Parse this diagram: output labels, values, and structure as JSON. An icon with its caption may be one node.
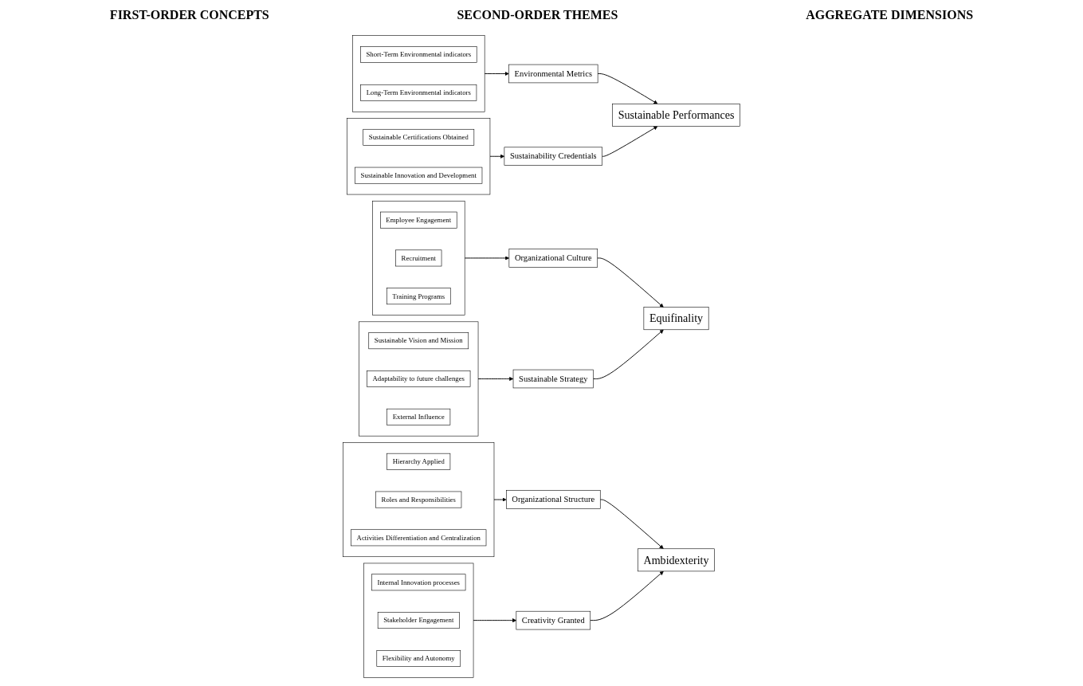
{
  "diagram": {
    "nodes": [
      {
        "text": [],
        "shape": "box"
      },
      {
        "text": [
          "Hierarchy Applied"
        ],
        "in": 0
      },
      {
        "text": [
          "Roles and Responsibilities"
        ],
        "in": 0
      },
      {
        "text": [
          "Activities Differentiation and Centralization"
        ],
        "in": 0
      },
      {
        "text": [],
        "shape": "box"
      },
      {
        "text": [
          "Internal Innovation processes"
        ],
        "in": 4
      },
      {
        "text": [
          "Stakeholder Engagement"
        ],
        "in": 4
      },
      {
        "text": [
          "Flexibility and Autonomy"
        ],
        "in": 4
      },
      {
        "text": [],
        "shape": "box"
      },
      {
        "text": [
          "Employee Engagement"
        ],
        "in": 8
      },
      {
        "text": [
          "Recruitment"
        ],
        "in": 8
      },
      {
        "text": [
          "Training Programs"
        ],
        "in": 8
      },
      {
        "text": [],
        "shape": "box"
      },
      {
        "text": [
          "Sustainable Vision and Mission"
        ],
        "in": 12
      },
      {
        "text": [
          "Adaptability to future challenges"
        ],
        "in": 12
      },
      {
        "text": [
          "External Influence"
        ],
        "in": 12
      },
      {
        "text": [],
        "shape": "box"
      },
      {
        "text": [
          "Short-Term Environmental indicators"
        ],
        "in": 16
      },
      {
        "text": [
          "Long-Term Environmental indicators"
        ],
        "in": 16
      },
      {
        "text": [],
        "shape": "box"
      },
      {
        "text": [
          "Sustainable Certifications Obtained"
        ],
        "in": 19
      },
      {
        "text": [
          "Sustainable Innovation and Development"
        ],
        "in": 19
      },
      {
        "text": [
          "Organizational Structure"
        ]
      },
      {
        "text": [
          "Creativity Granted"
        ]
      },
      {
        "text": [
          "Organizational Culture"
        ]
      },
      {
        "text": [
          "Sustainable Strategy"
        ]
      },
      {
        "text": [
          "Environmental Metrics"
        ]
      },
      {
        "text": [
          "Sustainability Credentials"
        ]
      },
      {
        "text": [
          "Ambidexterity"
        ]
      },
      {
        "text": [
          "Equifinality"
        ]
      },
      {
        "text": [
          "Sustainable Performances"
        ]
      }
    ],
    "edges": [
      {
        "from": 0,
        "to": 22,
        "arrow": "to"
      },
      {
        "from": 4,
        "to": 23,
        "arrow": "to"
      },
      {
        "from": 8,
        "to": 24,
        "arrow": "to"
      },
      {
        "from": 12,
        "to": 25,
        "arrow": "to"
      },
      {
        "from": 16,
        "to": 26,
        "arrow": "to"
      },
      {
        "from": 19,
        "to": 27,
        "arrow": "to"
      },
      {
        "from": 22,
        "to": 28,
        "arrow": "to"
      },
      {
        "from": 23,
        "to": 28,
        "arrow": "to"
      },
      {
        "from": 24,
        "to": 29,
        "arrow": "to"
      },
      {
        "from": 25,
        "to": 29,
        "arrow": "to"
      },
      {
        "from": 26,
        "to": 30,
        "arrow": "to"
      },
      {
        "from": 27,
        "to": 30,
        "arrow": "to"
      }
    ],
    "labels": [
      "FIRST-ORDER CONCEPTS",
      "SECOND-ORDER THEMES",
      "AGGREGATE DIMENSIONS"
    ]
  }
}
